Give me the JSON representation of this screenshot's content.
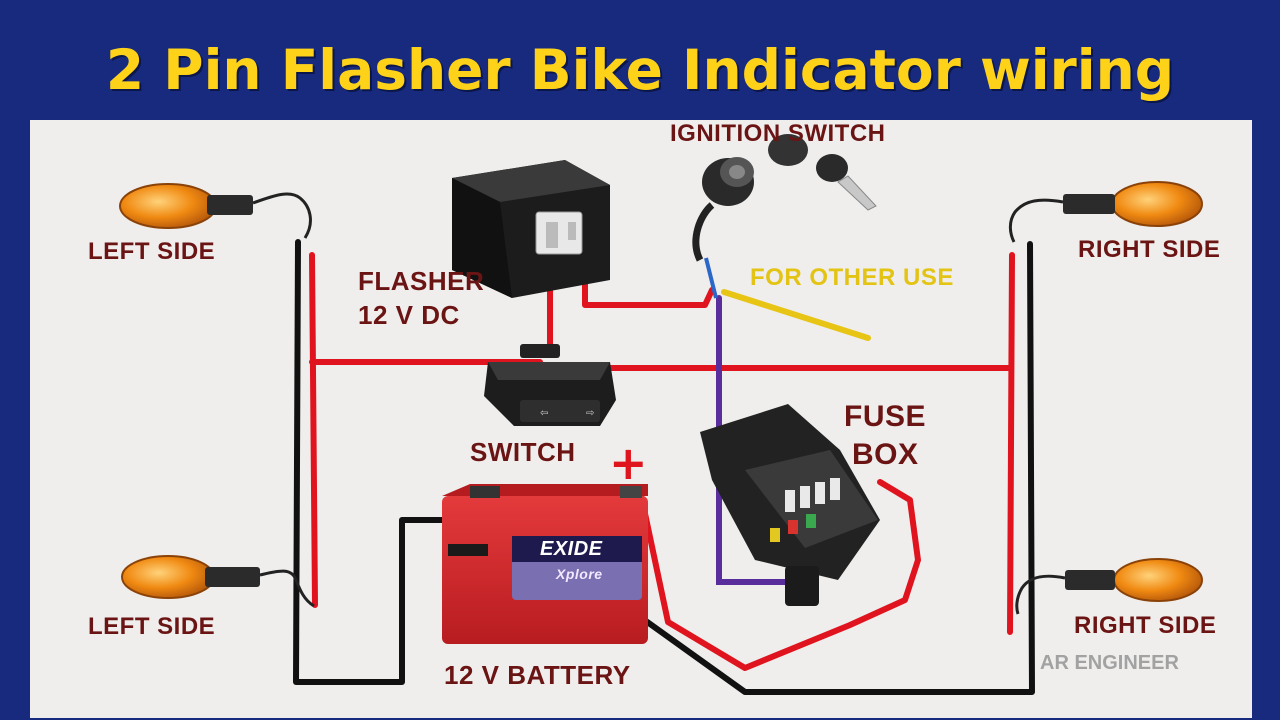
{
  "title": "2 Pin Flasher Bike Indicator wiring",
  "labels": {
    "ignition_switch": "IGNITION SWITCH",
    "left_side_top": "LEFT SIDE",
    "left_side_bottom": "LEFT SIDE",
    "right_side_top": "RIGHT SIDE",
    "right_side_bottom": "RIGHT SIDE",
    "flasher_line1": "FLASHER",
    "flasher_line2": "12 V DC",
    "for_other_use": "FOR OTHER USE",
    "fuse_line1": "FUSE",
    "fuse_line2": "BOX",
    "switch": "SWITCH",
    "plus": "+",
    "battery": "12 V BATTERY",
    "battery_brand": "EXIDE",
    "battery_sub": "Xplore",
    "watermark": "AR ENGINEER"
  },
  "colors": {
    "background": "#172a7e",
    "board": "#efeeec",
    "title": "#ffd21a",
    "label": "#6b1414",
    "wire_red": "#e0141e",
    "wire_black": "#111111",
    "wire_yellow": "#e8c414",
    "wire_purple": "#5a2d9c",
    "indicator_lamp": "#f08a12",
    "battery_body": "#d8262a"
  }
}
